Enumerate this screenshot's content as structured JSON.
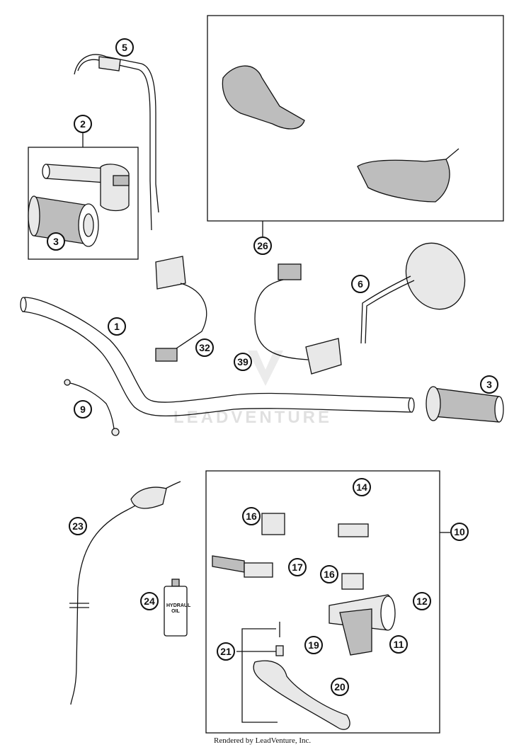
{
  "callouts": [
    {
      "id": "c1",
      "label": "1"
    },
    {
      "id": "c2",
      "label": "2"
    },
    {
      "id": "c3a",
      "label": "3"
    },
    {
      "id": "c3b",
      "label": "3"
    },
    {
      "id": "c5",
      "label": "5"
    },
    {
      "id": "c6",
      "label": "6"
    },
    {
      "id": "c9",
      "label": "9"
    },
    {
      "id": "c10",
      "label": "10"
    },
    {
      "id": "c11",
      "label": "11"
    },
    {
      "id": "c12",
      "label": "12"
    },
    {
      "id": "c14",
      "label": "14"
    },
    {
      "id": "c16a",
      "label": "16"
    },
    {
      "id": "c16b",
      "label": "16"
    },
    {
      "id": "c17",
      "label": "17"
    },
    {
      "id": "c19",
      "label": "19"
    },
    {
      "id": "c20",
      "label": "20"
    },
    {
      "id": "c21",
      "label": "21"
    },
    {
      "id": "c23",
      "label": "23"
    },
    {
      "id": "c24",
      "label": "24"
    },
    {
      "id": "c26",
      "label": "26"
    },
    {
      "id": "c32",
      "label": "32"
    },
    {
      "id": "c39",
      "label": "39"
    }
  ],
  "watermark": "LEADVENTURE",
  "bottle_label": "HYDRAUL OIL",
  "footer": "Rendered by LeadVenture, Inc.",
  "colors": {
    "line": "#111111",
    "fill_light": "#e8e8e8",
    "fill_mid": "#bdbdbd"
  }
}
